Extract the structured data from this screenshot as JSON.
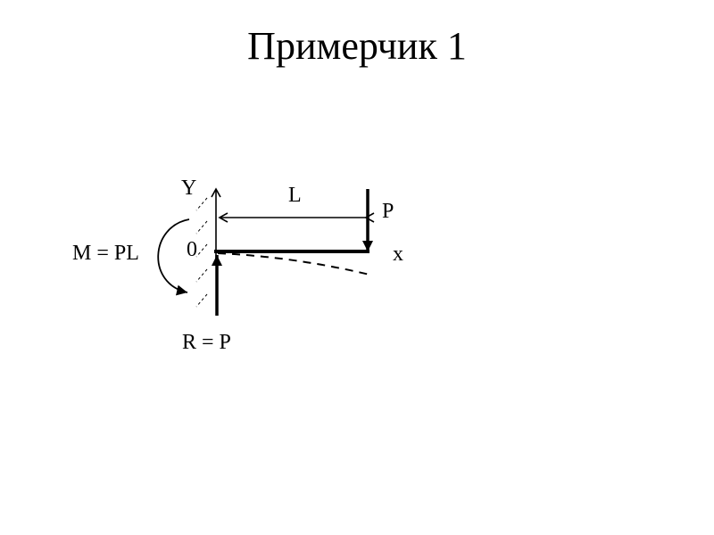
{
  "title": "Примерчик 1",
  "diagram": {
    "labels": {
      "y_axis": "Y",
      "x_axis": "x",
      "length": "L",
      "force": "P",
      "origin": "0",
      "moment": "M = PL",
      "reaction": "R = P"
    },
    "colors": {
      "ink": "#000000",
      "background": "#ffffff"
    }
  }
}
